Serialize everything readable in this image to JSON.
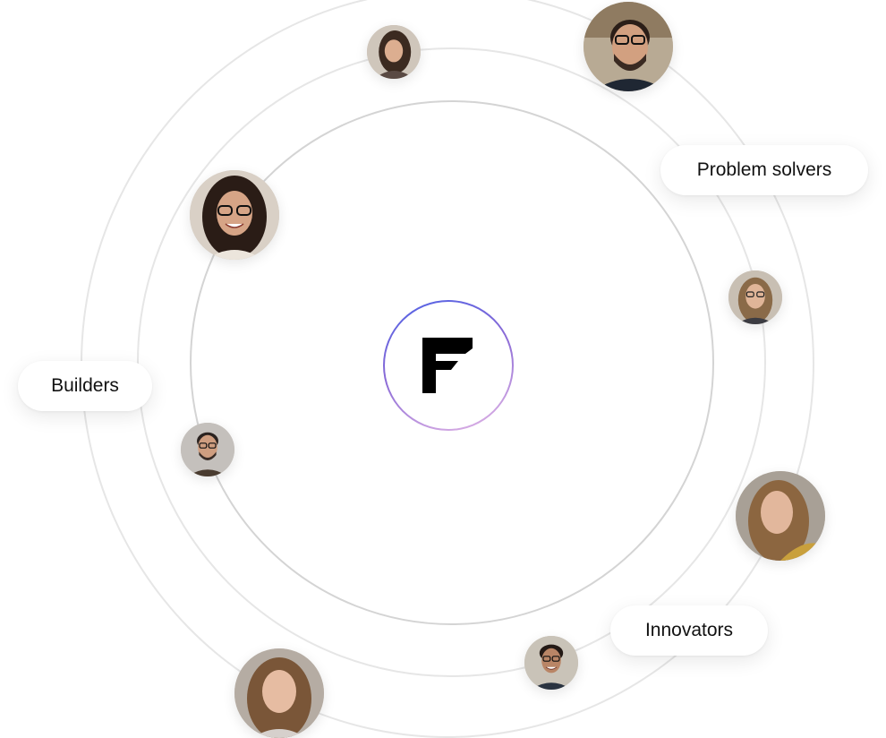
{
  "logo": {
    "icon": "letter-f-logo",
    "color": "#000000"
  },
  "center": {
    "ring_colors": [
      "#4f63e6",
      "#8a6ad6",
      "#e5b8e6"
    ]
  },
  "labels": {
    "builders": "Builders",
    "problem_solvers": "Problem solvers",
    "innovators": "Innovators"
  },
  "avatars": [
    {
      "name": "woman-dark-hair-portrait",
      "hair": "#3b2a20",
      "skin": "#dcae90",
      "shirt": "#5a4a44",
      "bg": "#cfc6bb"
    },
    {
      "name": "man-glasses-beard-portrait",
      "hair": "#2b1e18",
      "skin": "#d2a080",
      "shirt": "#1f2733",
      "bg": "#b8aa94"
    },
    {
      "name": "woman-glasses-smiling-portrait",
      "hair": "#2a1c16",
      "skin": "#d6a486",
      "shirt": "#ece5dc",
      "bg": "#d9d0c6"
    },
    {
      "name": "woman-glasses-blonde-portrait",
      "hair": "#8a6a48",
      "skin": "#e0b598",
      "shirt": "#3c3c42",
      "bg": "#c8bfb3"
    },
    {
      "name": "man-glasses-portrait",
      "hair": "#2b2320",
      "skin": "#cf9e80",
      "shirt": "#4a3c30",
      "bg": "#c4c0bc"
    },
    {
      "name": "woman-long-hair-portrait",
      "hair": "#8c6640",
      "skin": "#e2b79c",
      "shirt": "#c9a03c",
      "bg": "#a8a096"
    },
    {
      "name": "man-smiling-portrait",
      "hair": "#241a16",
      "skin": "#b98566",
      "shirt": "#2a3340",
      "bg": "#c9c3b8"
    },
    {
      "name": "woman-wavy-hair-portrait",
      "hair": "#7a5638",
      "skin": "#e6bca2",
      "shirt": "#d6d0cc",
      "bg": "#b5aca3"
    }
  ]
}
